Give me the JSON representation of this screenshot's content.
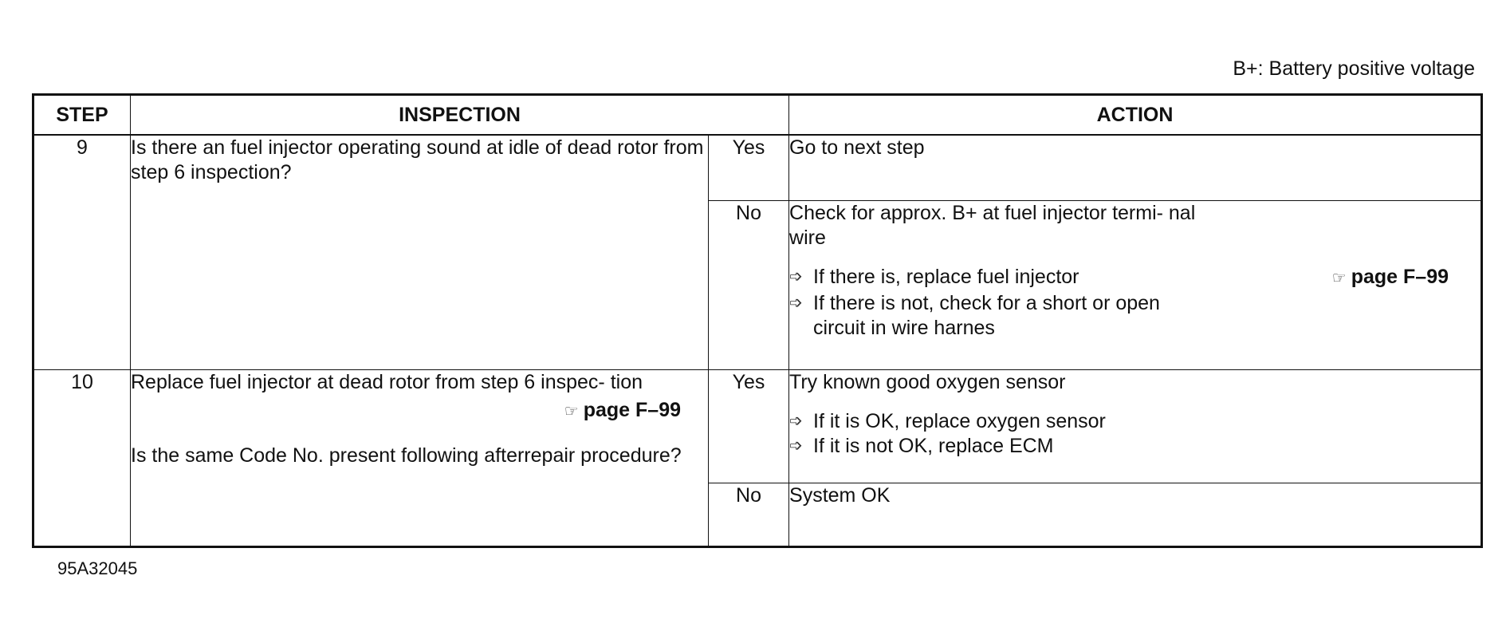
{
  "note": "B+: Battery positive voltage",
  "headers": {
    "step": "STEP",
    "inspection": "INSPECTION",
    "action": "ACTION"
  },
  "rows": [
    {
      "step": "9",
      "inspection": "Is there an fuel injector operating sound at idle of dead rotor from step 6 inspection?",
      "yes": {
        "label": "Yes",
        "action": "Go to next step"
      },
      "no": {
        "label": "No",
        "action": "Check for approx. B+ at fuel injector termi- nal wire",
        "bullet1": "If there is, replace fuel injector",
        "bullet1_ref": "page F–99",
        "bullet2_a": "If there is not, check for a short or open",
        "bullet2_b": "circuit in wire harnes"
      }
    },
    {
      "step": "10",
      "inspection_a": "Replace fuel injector at dead rotor from step 6 inspec- tion",
      "inspection_ref": "page F–99",
      "inspection_b": "Is the same Code No. present following afterrepair procedure?",
      "yes": {
        "label": "Yes",
        "action": "Try known good oxygen sensor",
        "bullet1": "If it is OK, replace oxygen sensor",
        "bullet2": "If it is not OK, replace ECM"
      },
      "no": {
        "label": "No",
        "action": "System OK"
      }
    }
  ],
  "figure_id": "95A32045",
  "icons": {
    "arrow": "arrow-right-icon",
    "reference": "pointing-hand-icon"
  }
}
